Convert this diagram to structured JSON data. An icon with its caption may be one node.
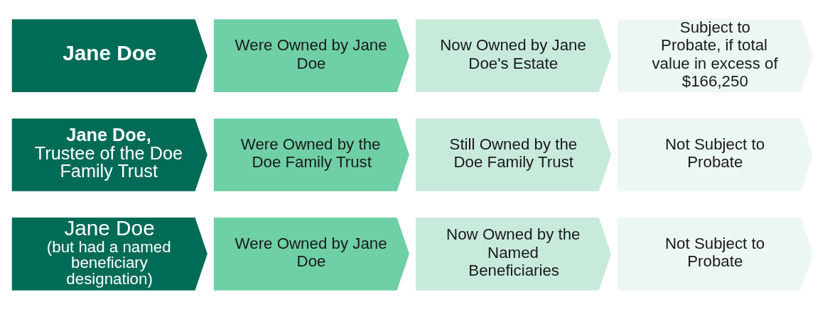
{
  "diagram": {
    "nodes": [
      {
        "text": [
          "Jane Doe"
        ]
      },
      {
        "text": [
          "Were Owned by Jane Doe"
        ]
      },
      {
        "text": [
          "Now Owned by Jane Doe's Estate"
        ]
      },
      {
        "text": [
          "Subject to Probate, if total value in excess of $166,250"
        ]
      },
      {
        "text": [
          "Jane Doe,",
          "Trustee of the Doe Family Trust"
        ]
      },
      {
        "text": [
          "Were Owned by the Doe Family Trust"
        ]
      },
      {
        "text": [
          "Still Owned by the Doe Family Trust"
        ]
      },
      {
        "text": [
          "Not Subject to Probate"
        ]
      },
      {
        "text": [
          "Jane Doe",
          "(but had a named beneficiary designation)"
        ]
      },
      {
        "text": [
          "Were Owned by Jane Doe"
        ]
      },
      {
        "text": [
          "Now Owned by the Named Beneficiaries"
        ]
      },
      {
        "text": [
          "Not Subject to Probate"
        ]
      }
    ]
  }
}
